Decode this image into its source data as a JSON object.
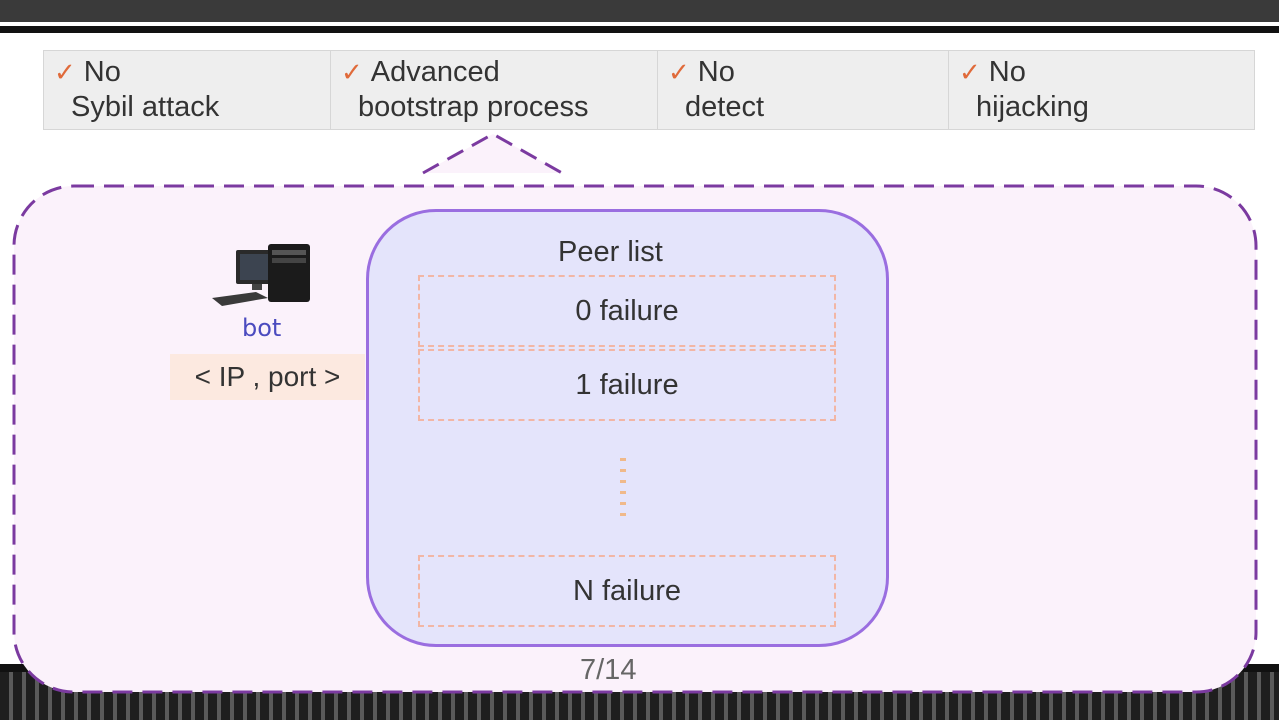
{
  "features": [
    {
      "line1": "No",
      "line2": "Sybil attack"
    },
    {
      "line1": "Advanced",
      "line2": "bootstrap process"
    },
    {
      "line1": "No",
      "line2": "detect"
    },
    {
      "line1": "No",
      "line2": "hijacking"
    }
  ],
  "check_glyph": "✓",
  "bot": {
    "label": "bot",
    "address": "< IP , port >"
  },
  "peer_list": {
    "title": "Peer  list",
    "rows": [
      "0 failure",
      "1 failure",
      "N failure"
    ]
  },
  "page_number": "7/14",
  "colors": {
    "check": "#e06a3a",
    "outer_dashed": "#7b3aa0",
    "peer_box_border": "#9a6ee0",
    "peer_box_fill": "#e4e4fb",
    "row_dashed": "#f2b6a5",
    "address_bg": "#fce9e0"
  }
}
